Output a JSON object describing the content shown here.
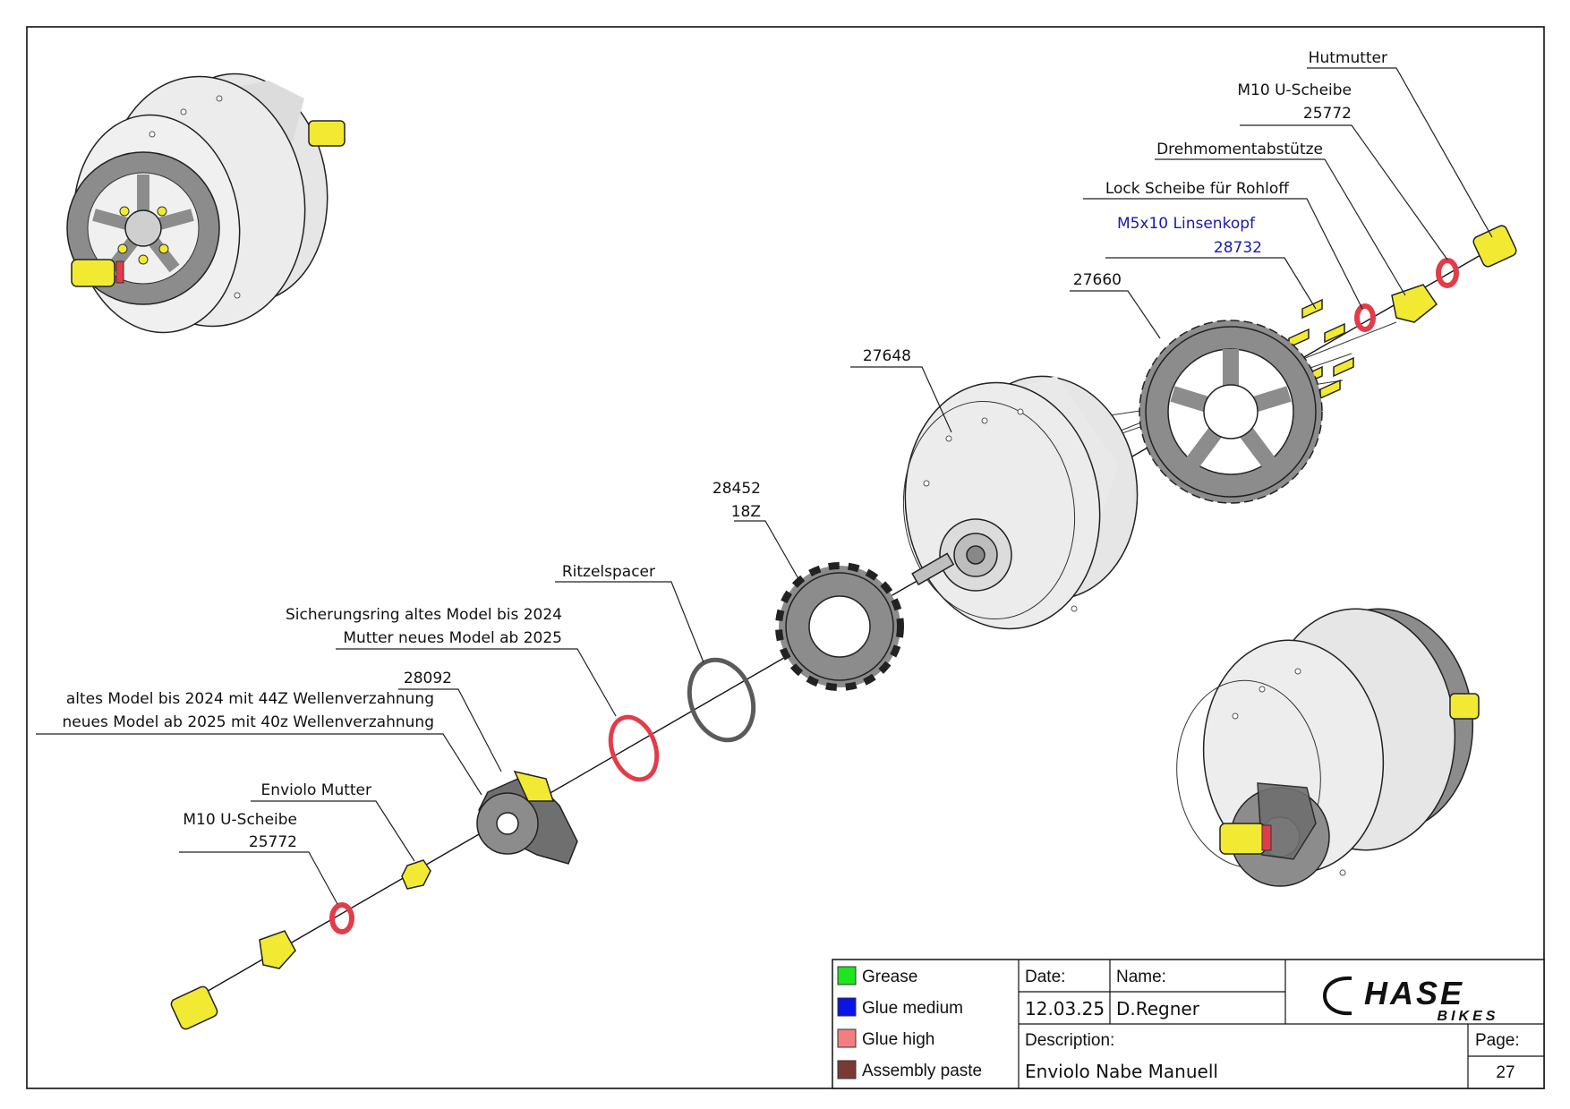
{
  "labels": {
    "hutmutter": "Hutmutter",
    "m10_top_name": "M10 U-Scheibe",
    "m10_top_num": "25772",
    "drehmoment": "Drehmomentabstütze",
    "lock_scheibe": "Lock Scheibe für Rohloff",
    "m5_name": "M5x10 Linsenkopf",
    "m5_num": "28732",
    "sprocket_num": "27660",
    "hub_num": "27648",
    "pinion_num": "28452",
    "pinion_teeth": "18Z",
    "ritzelspacer": "Ritzelspacer",
    "sicherung_1": "Sicherungsring altes Model bis 2024",
    "sicherung_2": "Mutter neues Model ab 2025",
    "part_28092": "28092",
    "altes_model": "altes Model bis 2024 mit 44Z Wellenverzahnung",
    "neues_model": "neues Model ab 2025 mit 40z Wellenverzahnung",
    "enviolo_mutter": "Enviolo Mutter",
    "m10_bottom_name": "M10 U-Scheibe",
    "m10_bottom_num": "25772"
  },
  "legend": [
    {
      "label": "Grease",
      "color": "#1ee51e"
    },
    {
      "label": "Glue medium",
      "color": "#0a14e6"
    },
    {
      "label": "Glue high",
      "color": "#f08080"
    },
    {
      "label": "Assembly paste",
      "color": "#7a3a34"
    }
  ],
  "title_block": {
    "date_label": "Date:",
    "date_value": "12.03.25",
    "name_label": "Name:",
    "name_value": "D.Regner",
    "description_label": "Description:",
    "description_value": "Enviolo Nabe Manuell",
    "page_label": "Page:",
    "page_value": "27",
    "logo_main": "HASE",
    "logo_sub": "BIKES"
  },
  "colors": {
    "yellow_part": "#f2ea32",
    "red_washer": "#e23c4a",
    "hub_grey": "#e6e6e6",
    "sprocket_grey": "#8c8c8c",
    "dark_grey": "#6f6f6f"
  }
}
